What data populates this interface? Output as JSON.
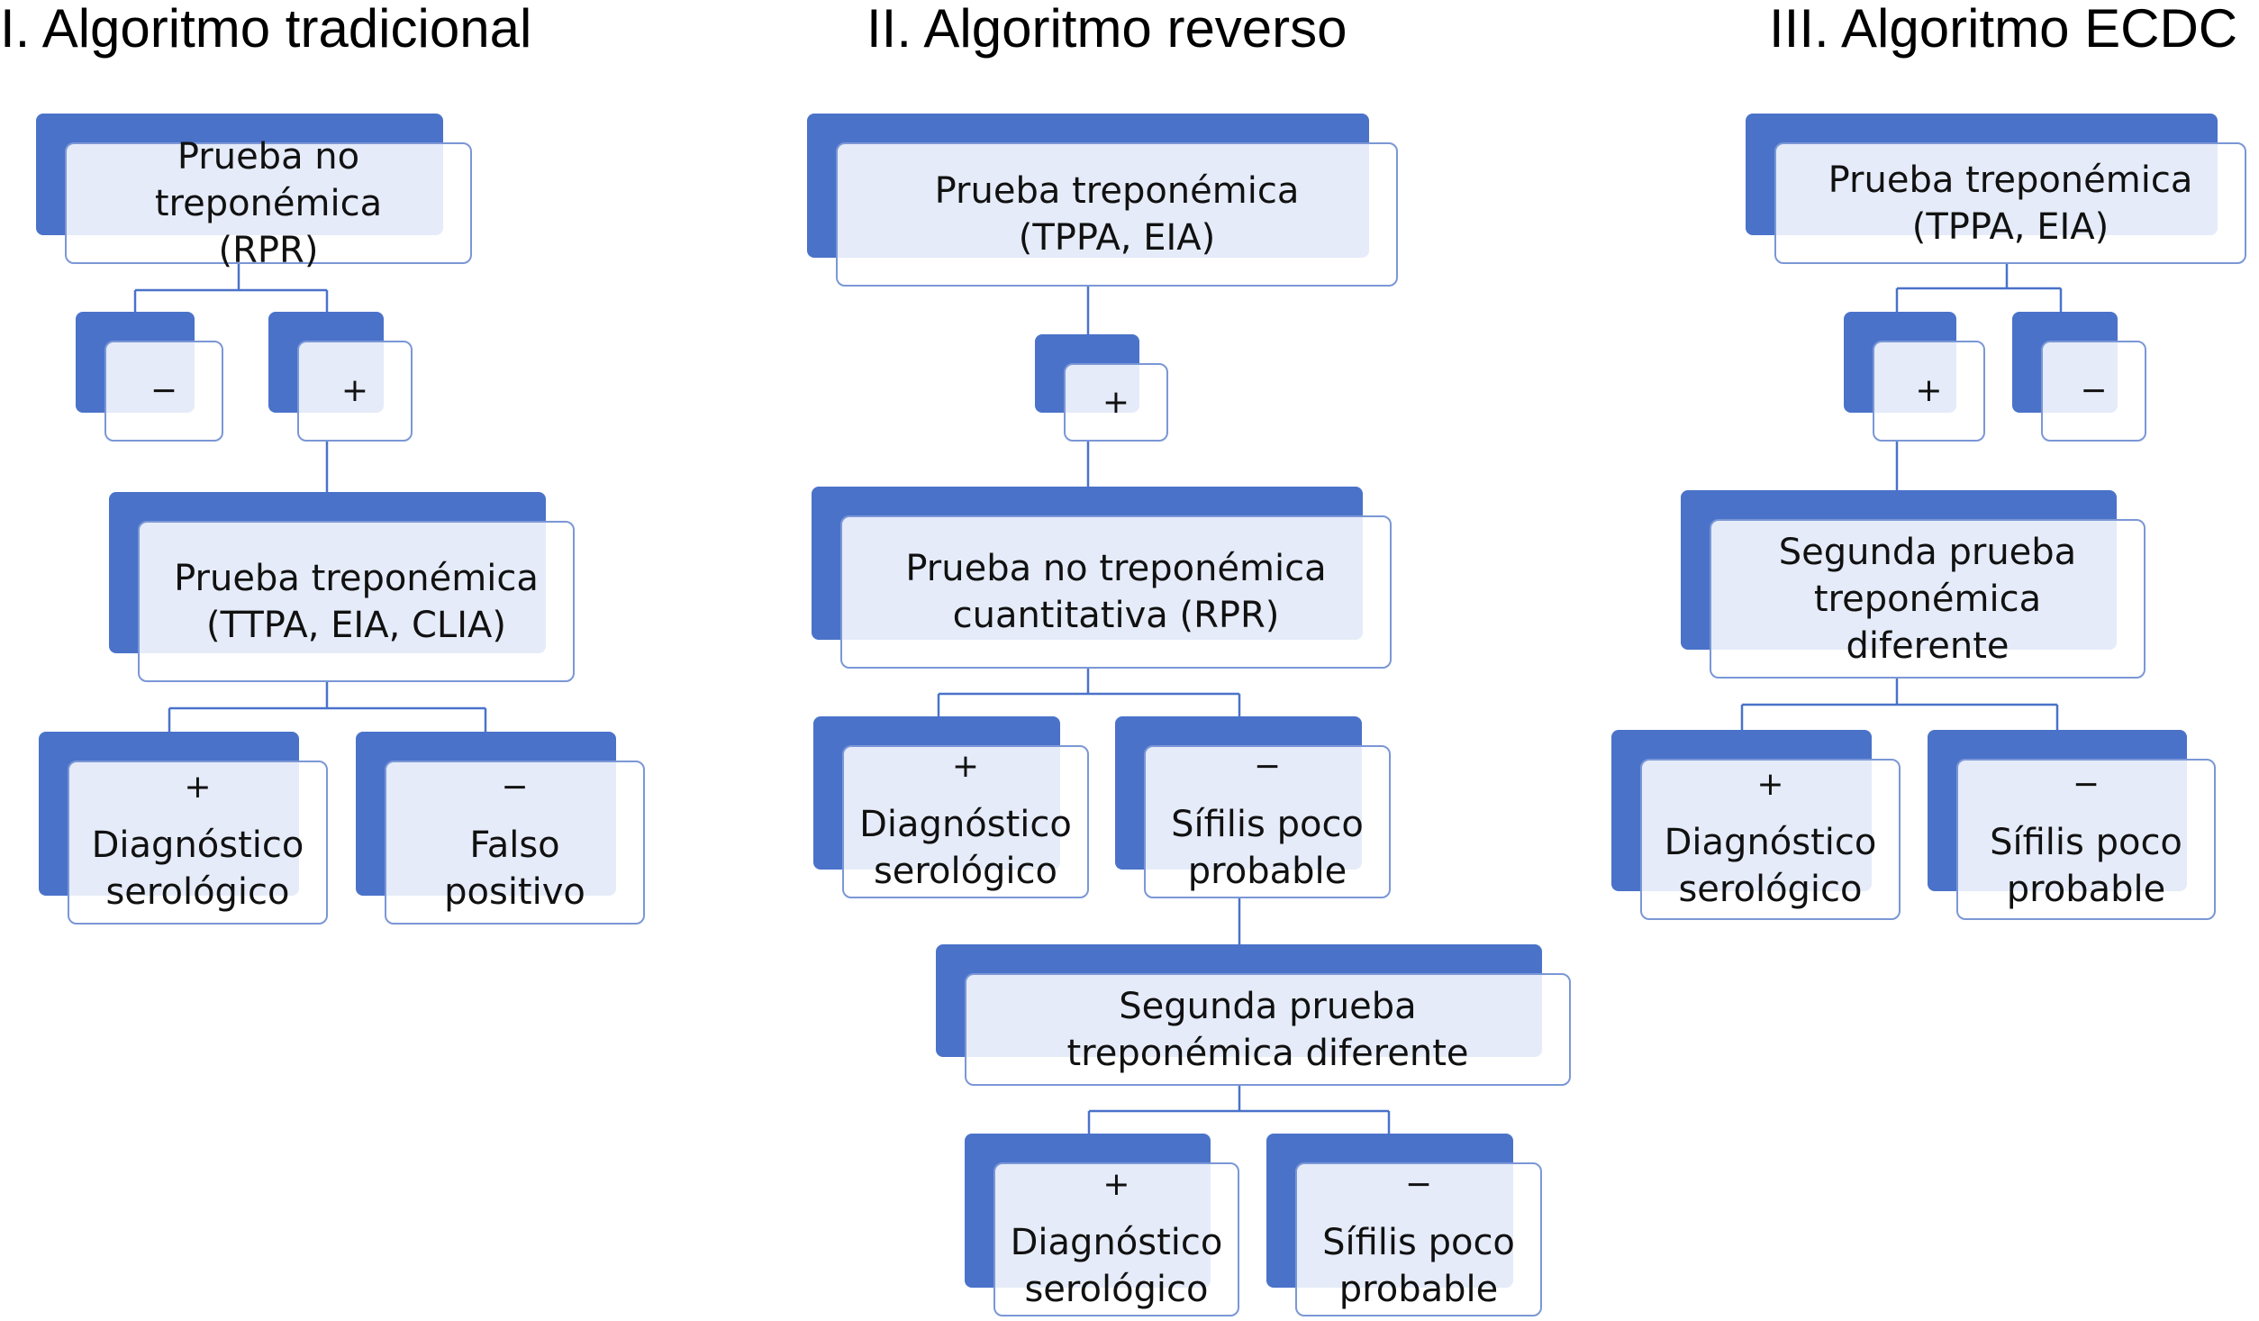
{
  "algorithms": [
    {
      "title": "I. Algoritmo tradicional",
      "nodes": {
        "first_test": "Prueba no treponémica (RPR)",
        "neg": "−",
        "pos": "+",
        "second_test": "Prueba treponémica (TTPA, EIA, CLIA)",
        "result_pos_sign": "+",
        "result_pos_label": "Diagnóstico serológico",
        "result_neg_sign": "−",
        "result_neg_label": "Falso positivo"
      }
    },
    {
      "title": "II. Algoritmo reverso",
      "nodes": {
        "first_test": "Prueba treponémica (TPPA, EIA)",
        "pos": "+",
        "second_test": "Prueba no treponémica cuantitativa (RPR)",
        "result_pos_sign": "+",
        "result_pos_label": "Diagnóstico serológico",
        "result_neg_sign": "−",
        "result_neg_label": "Sífilis poco probable",
        "third_test": "Segunda prueba treponémica diferente",
        "final_pos_sign": "+",
        "final_pos_label": "Diagnóstico serológico",
        "final_neg_sign": "−",
        "final_neg_label": "Sífilis poco probable"
      }
    },
    {
      "title": "III. Algoritmo ECDC",
      "nodes": {
        "first_test": "Prueba treponémica (TPPA, EIA)",
        "pos": "+",
        "neg": "−",
        "second_test": "Segunda prueba treponémica diferente",
        "result_pos_sign": "+",
        "result_pos_label": "Diagnóstico serológico",
        "result_neg_sign": "−",
        "result_neg_label": "Sífilis poco probable"
      }
    }
  ],
  "colors": {
    "box_back": "#4a72c9",
    "box_border": "#7b97d6",
    "connector": "#4a72c9"
  }
}
